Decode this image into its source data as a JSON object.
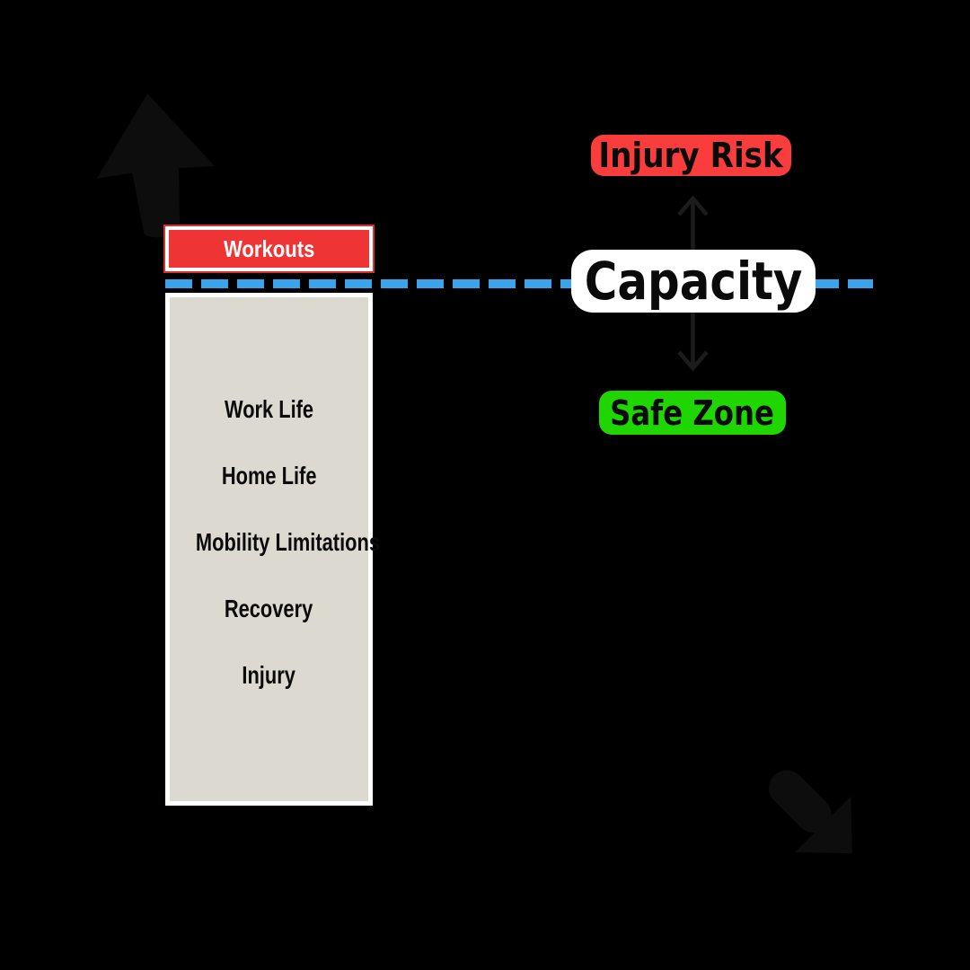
{
  "diagram": {
    "background_color": "#000000",
    "bucket": {
      "title": "Workouts",
      "title_fill": "#EE3434",
      "fill": "#DCD9D1",
      "border_color": "#FFFFFF",
      "items": [
        "Work Life",
        "Home Life",
        "Mobility Limitations",
        "Recovery",
        "Injury"
      ]
    },
    "capacity": {
      "label": "Capacity",
      "line_color": "#3AA3E9",
      "pill_fill": "#FFFFFF"
    },
    "zones": {
      "injury_risk_label": "Injury Risk",
      "injury_risk_color": "#F93C3C",
      "safe_zone_label": "Safe Zone",
      "safe_zone_color": "#1FD600"
    },
    "icons": {
      "up_down_arrow_color": "#1C1C1C",
      "decorative_arrow_color": "#0D0D0D"
    }
  }
}
